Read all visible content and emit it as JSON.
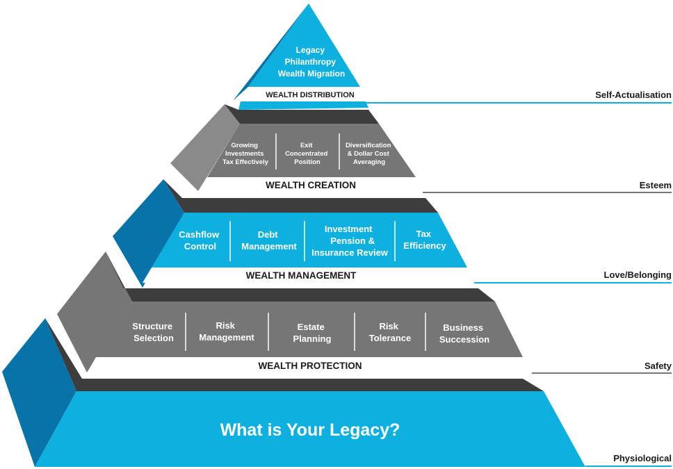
{
  "colors": {
    "blue": "#0DB0DE",
    "blue_dark": "#0873A9",
    "gray": "#767676",
    "gray_light": "#8A8A8A",
    "charcoal": "#3D3D3D",
    "label_text": "#1a1a1a"
  },
  "tiers": [
    {
      "id": "distribution",
      "band_label": "WEALTH DISTRIBUTION",
      "side_label": "Self-Actualisation",
      "items": [
        {
          "lines": [
            "Legacy",
            "Philanthropy",
            "Wealth Migration"
          ]
        }
      ]
    },
    {
      "id": "creation",
      "band_label": "WEALTH CREATION",
      "side_label": "Esteem",
      "items": [
        {
          "lines": [
            "Growing",
            "Investments",
            "Tax Effectively"
          ]
        },
        {
          "lines": [
            "Exit",
            "Concentrated",
            "Position"
          ]
        },
        {
          "lines": [
            "Diversification",
            "& Dollar Cost",
            "Averaging"
          ]
        }
      ]
    },
    {
      "id": "management",
      "band_label": "WEALTH MANAGEMENT",
      "side_label": "Love/Belonging",
      "items": [
        {
          "lines": [
            "Cashflow",
            "Control"
          ]
        },
        {
          "lines": [
            "Debt",
            "Management"
          ]
        },
        {
          "lines": [
            "Investment",
            "Pension &",
            "Insurance Review"
          ]
        },
        {
          "lines": [
            "Tax",
            "Efficiency"
          ]
        }
      ]
    },
    {
      "id": "protection",
      "band_label": "WEALTH PROTECTION",
      "side_label": "Safety",
      "items": [
        {
          "lines": [
            "Structure",
            "Selection"
          ]
        },
        {
          "lines": [
            "Risk",
            "Management"
          ]
        },
        {
          "lines": [
            "Estate",
            "Planning"
          ]
        },
        {
          "lines": [
            "Risk",
            "Tolerance"
          ]
        },
        {
          "lines": [
            "Business",
            "Succession"
          ]
        }
      ]
    },
    {
      "id": "legacy",
      "headline": "What is Your Legacy?",
      "side_label": "Physiological"
    }
  ]
}
